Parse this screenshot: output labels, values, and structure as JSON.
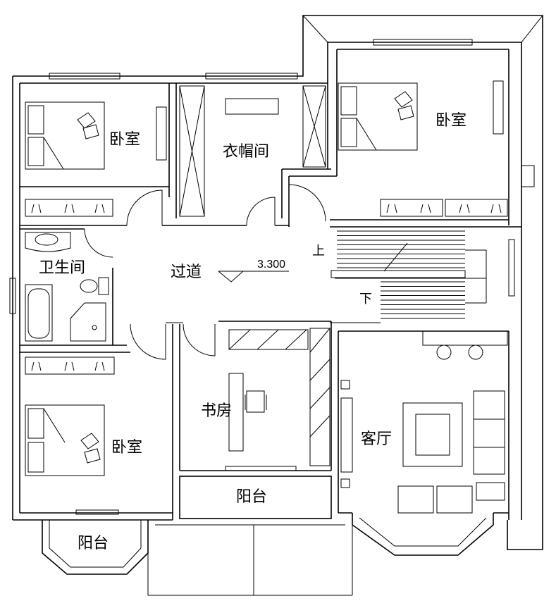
{
  "rooms": {
    "bedroom_nw": "卧室",
    "wardrobe": "衣帽间",
    "bedroom_ne": "卧室",
    "bathroom": "卫生间",
    "corridor": "过道",
    "study": "书房",
    "living": "客厅",
    "bedroom_sw": "卧室",
    "balcony_mid": "阳台",
    "balcony_sw": "阳台"
  },
  "stairs": {
    "up": "上",
    "down": "下"
  },
  "elevation": "3.300"
}
